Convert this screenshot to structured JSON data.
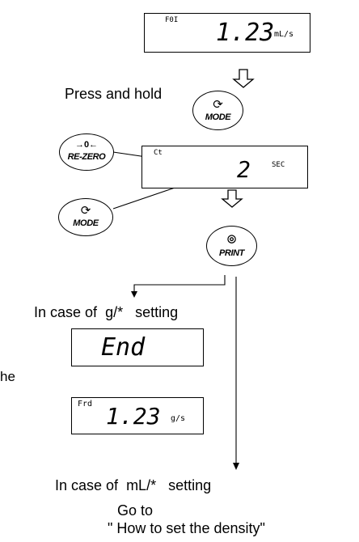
{
  "display1": {
    "mode": "F0I",
    "value": "1.23",
    "unit": "mL/s"
  },
  "press_and_hold": "Press and hold",
  "mode_button": {
    "label": "MODE"
  },
  "rezero_button": {
    "label": "RE-ZERO",
    "symbol": "→0←"
  },
  "display2": {
    "mode": "Ct",
    "value": "2",
    "unit": "SEC"
  },
  "print_button": {
    "label": "PRINT"
  },
  "case_g": {
    "prefix": "In case of",
    "unit": "g/*",
    "suffix": "setting"
  },
  "display3": {
    "value": "End"
  },
  "display4": {
    "mode": "Frd",
    "value": "1.23",
    "unit": "g/s"
  },
  "cut_text": "he",
  "case_ml": {
    "prefix": "In case of",
    "unit": "mL/*",
    "suffix": "setting"
  },
  "goto_line1": "Go to",
  "goto_line2": "\"  How to set the density\""
}
